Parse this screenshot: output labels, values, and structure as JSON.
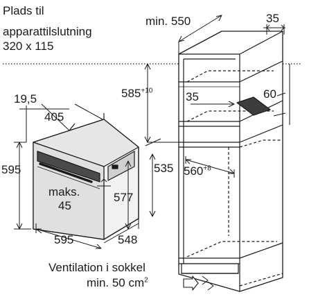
{
  "top_note": {
    "line1": "Plads til",
    "line2": "apparattilslutning",
    "line3": "320 x 115"
  },
  "cabinet": {
    "width_min_prefix": "min.",
    "width_min_value": "550",
    "side_gap": "35",
    "opening_height": "585",
    "opening_height_tol": "+10",
    "vent_depth": "35",
    "vent_height": "60",
    "inner_depth": "560",
    "inner_depth_tol": "+8"
  },
  "oven": {
    "panel_offset": "19,5",
    "top_depth": "405",
    "height": "595",
    "clearance_label": "maks.",
    "clearance_value": "45",
    "front_height": "577",
    "body_height": "535",
    "width": "595",
    "depth": "548"
  },
  "bottom_note": {
    "line1": "Ventilation i sokkel",
    "line2_prefix": "min. 50 cm",
    "line2_sup": "2"
  }
}
